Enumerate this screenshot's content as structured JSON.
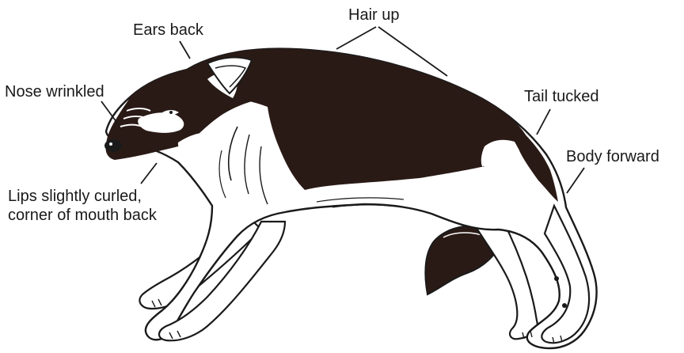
{
  "labels": {
    "hair_up": "Hair up",
    "ears_back": "Ears back",
    "nose_wrinkled": "Nose wrinkled",
    "tail_tucked": "Tail tucked",
    "body_forward": "Body forward",
    "lips_line1": "Lips slightly curled,",
    "lips_line2": "corner of mouth back"
  },
  "colors": {
    "ink": "#1a1a1a",
    "fur_dark": "#2a1a16",
    "fur_light": "#ffffff",
    "background": "#ffffff"
  }
}
